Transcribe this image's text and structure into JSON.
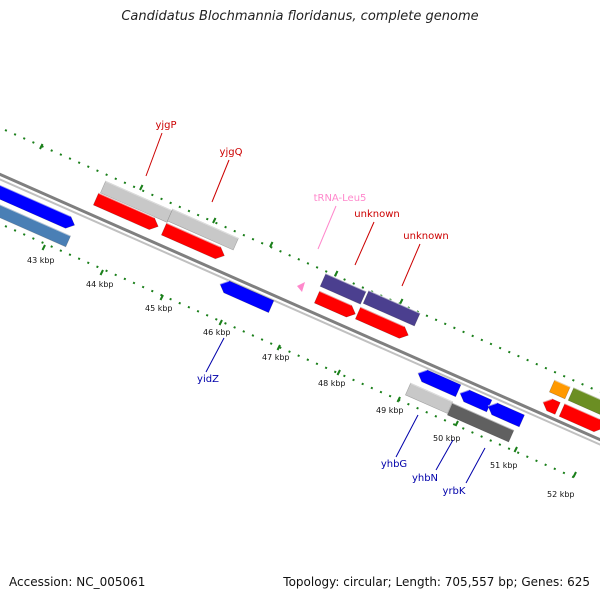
{
  "title": "Candidatus Blochmannia floridanus, complete genome",
  "footer": {
    "accession": "Accession: NC_005061",
    "topology": "Topology: circular; Length: 705,557 bp; Genes: 625"
  },
  "colors": {
    "background": "#ffffff",
    "backbone": "#7f7f7f",
    "scale_dots": "#1a7f1a",
    "forward_gene": "#ff0000",
    "reverse_gene": "#0000ff",
    "label_forward": "#cc0000",
    "label_reverse": "#0000aa",
    "label_trna": "#ff88cc",
    "gray_gene": "#c8c8c8",
    "dark_gray_gene": "#606060",
    "purple_gene": "#4b3f8f",
    "steel_gene": "#4a7fb5",
    "orange_gene": "#ff9900",
    "olive_gene": "#6b8e23"
  },
  "scale_labels": [
    "43 kbp",
    "44 kbp",
    "45 kbp",
    "46 kbp",
    "47 kbp",
    "48 kbp",
    "49 kbp",
    "50 kbp",
    "51 kbp",
    "52 kbp"
  ],
  "gene_labels": {
    "forward": [
      "yjgP",
      "yjgQ",
      "tRNA-Leu5",
      "unknown",
      "unknown"
    ],
    "reverse": [
      "yidZ",
      "yhbG",
      "yhbN",
      "yrbK"
    ]
  }
}
